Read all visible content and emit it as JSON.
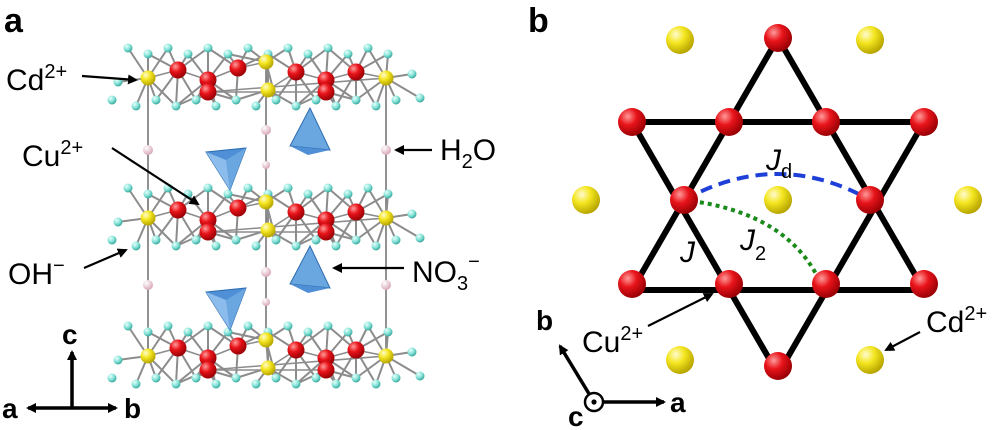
{
  "panel_a": {
    "letter": "a",
    "labels": {
      "cd": {
        "base": "Cd",
        "sup": "2+"
      },
      "cu": {
        "base": "Cu",
        "sup": "2+"
      },
      "h2o": {
        "pre": "H",
        "sub": "2",
        "post": "O"
      },
      "oh": {
        "base": "OH",
        "sup": "−"
      },
      "no3": {
        "pre": "NO",
        "sub": "3",
        "sup": "−"
      }
    },
    "axes": {
      "c": "c",
      "a": "a",
      "b": "b"
    }
  },
  "panel_b": {
    "letter": "b",
    "labels": {
      "jd": {
        "base": "J",
        "sub": "d"
      },
      "j": "J",
      "j2": {
        "base": "J",
        "sub": "2"
      },
      "cu": {
        "base": "Cu",
        "sup": "2+"
      },
      "cd": {
        "base": "Cd",
        "sup": "2+"
      }
    },
    "axes": {
      "b": "b",
      "c": "c",
      "a": "a"
    }
  },
  "colors": {
    "cu_atom": "#e8141a",
    "cd_atom": "#f4e620",
    "oh_atom": "#7fe0d6",
    "water_atom": "#f2d0dc",
    "nitrate": "#6aa6e0",
    "bond": "#8c8c8c",
    "kagome_bond": "#000000",
    "jd_path": "#1e40d8",
    "j2_path": "#1a8a1a"
  }
}
